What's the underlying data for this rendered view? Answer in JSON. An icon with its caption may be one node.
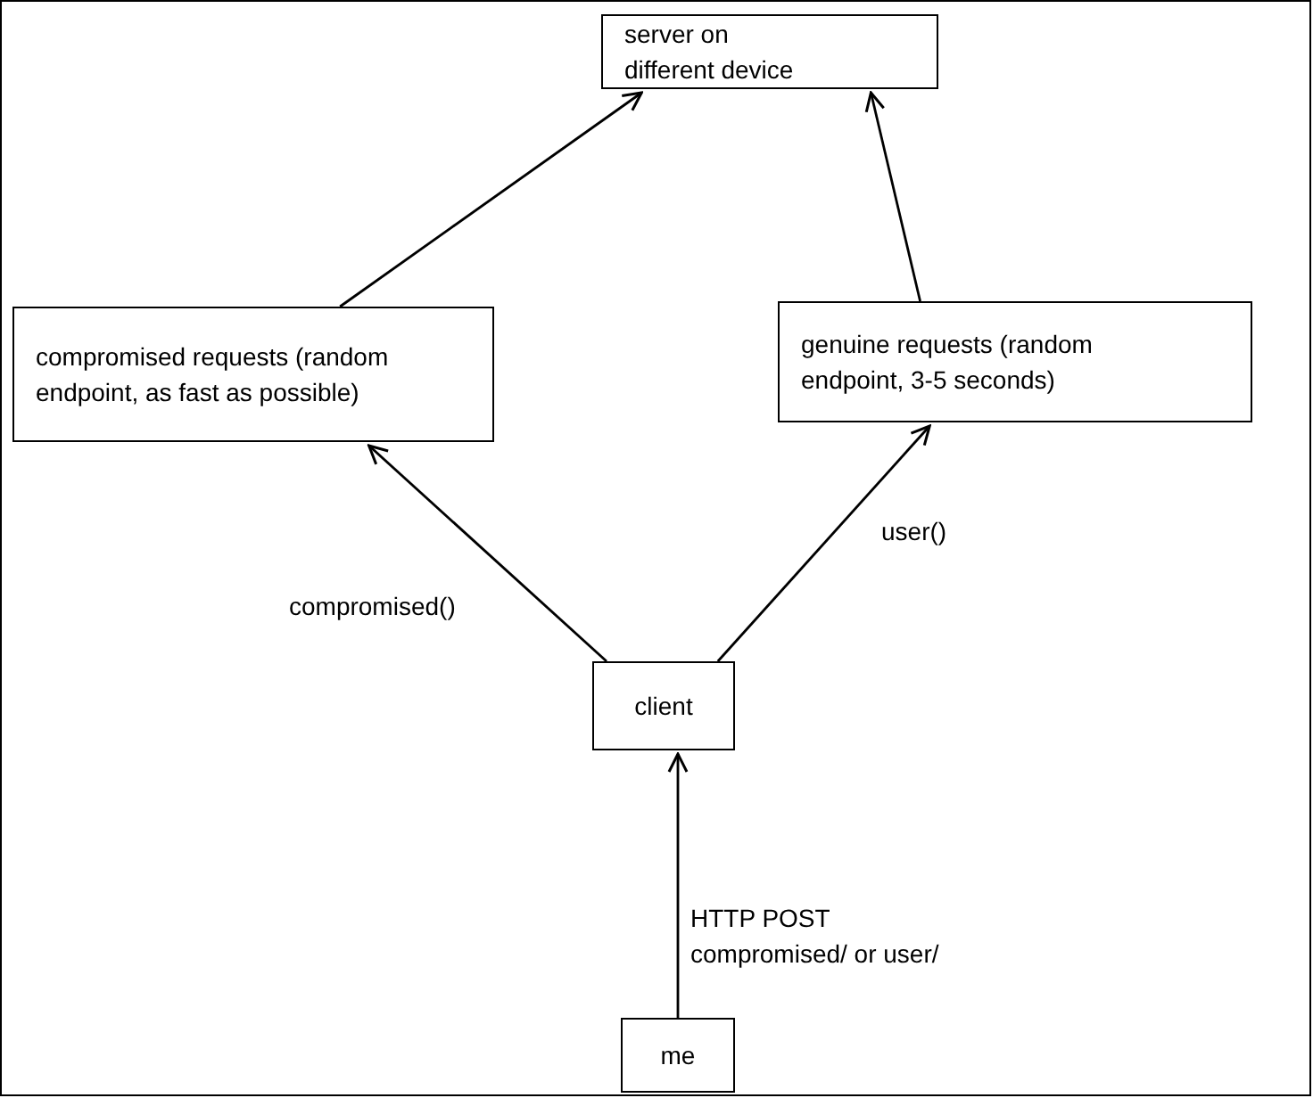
{
  "diagram": {
    "nodes": [
      {
        "text": [
          "server on different device"
        ]
      },
      {
        "text": [
          "compromised requests (random endpoint, as fast as possible)"
        ]
      },
      {
        "text": [
          "genuine requests (random endpoint, 3-5 seconds)"
        ]
      },
      {
        "text": [
          "client"
        ]
      },
      {
        "text": [
          "me"
        ]
      }
    ],
    "edges": [
      {
        "from": 1,
        "to": 0,
        "arrow": "to"
      },
      {
        "from": 2,
        "to": 0,
        "arrow": "to"
      },
      {
        "from": 3,
        "to": 1,
        "arrow": "to",
        "label": "compromised()"
      },
      {
        "from": 3,
        "to": 2,
        "arrow": "to",
        "label": "user()"
      },
      {
        "from": 4,
        "to": 3,
        "arrow": "to",
        "label": "HTTP POST compromised/ or user/"
      }
    ]
  }
}
